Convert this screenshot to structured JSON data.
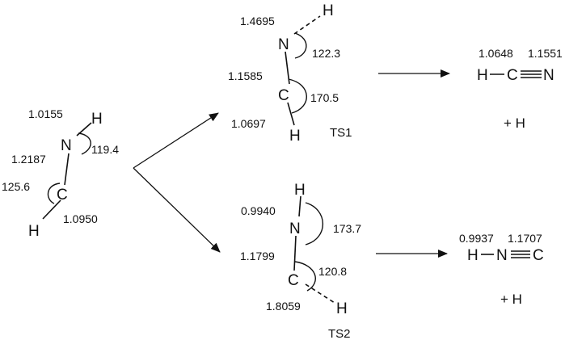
{
  "reactant": {
    "atoms": {
      "h_top": "H",
      "n": "N",
      "c": "C",
      "h_bottom": "H"
    },
    "values": {
      "nh_bond": "1.0155",
      "cn_bond": "1.2187",
      "hnc_angle": "119.4",
      "hcn_angle": "125.6",
      "ch_bond": "1.0950"
    }
  },
  "ts1": {
    "label": "TS1",
    "atoms": {
      "h_dissoc": "H",
      "n": "N",
      "c": "C",
      "h_c": "H"
    },
    "values": {
      "nh_dist": "1.4695",
      "hnc_angle": "122.3",
      "cn_bond": "1.1585",
      "hcn_angle": "170.5",
      "ch_bond": "1.0697"
    }
  },
  "ts2": {
    "label": "TS2",
    "atoms": {
      "h_n": "H",
      "n": "N",
      "c": "C",
      "h_dissoc": "H"
    },
    "values": {
      "nh_bond": "0.9940",
      "hnc_angle": "173.7",
      "cn_bond": "1.1799",
      "ncH_angle": "120.8",
      "ch_dist": "1.8059"
    }
  },
  "product_hcn": {
    "atoms": {
      "h": "H",
      "c": "C",
      "n": "N"
    },
    "values": {
      "ch_bond": "1.0648",
      "cn_bond": "1.1551"
    },
    "plus_h": "+ H"
  },
  "product_hnc": {
    "atoms": {
      "h": "H",
      "n": "N",
      "c": "C"
    },
    "values": {
      "hn_bond": "0.9937",
      "nc_bond": "1.1707"
    },
    "plus_h": "+ H"
  }
}
